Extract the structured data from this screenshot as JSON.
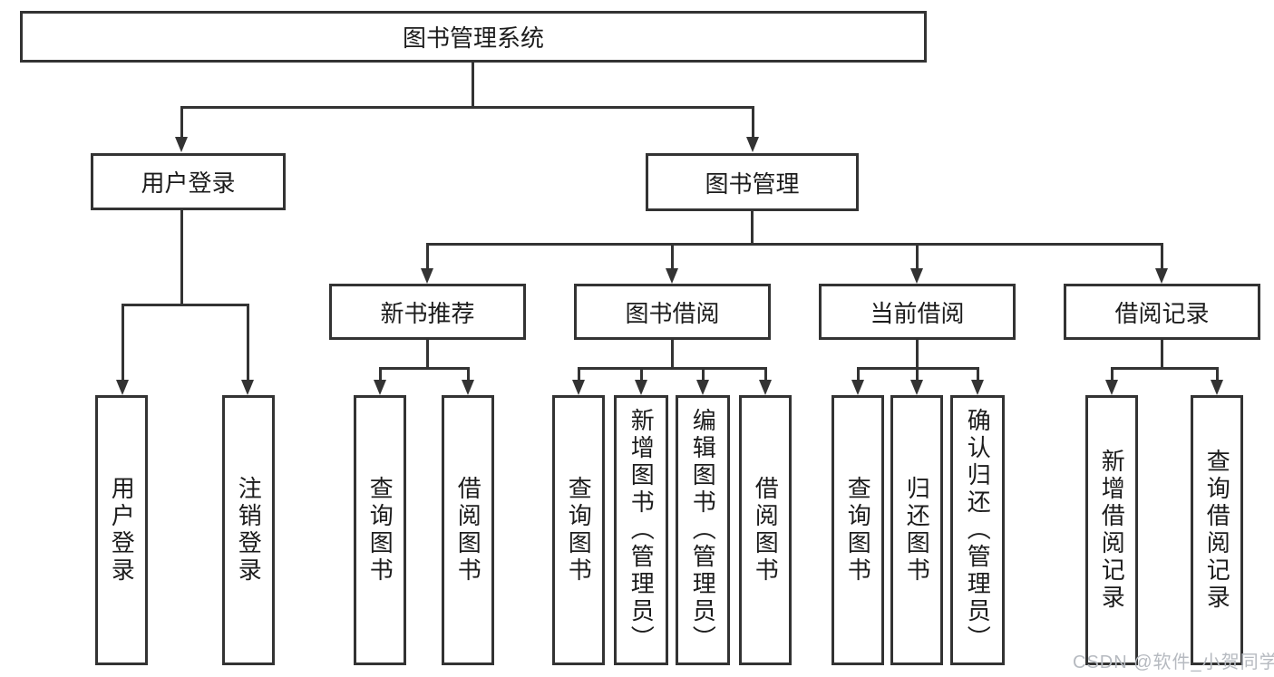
{
  "nodes": {
    "root": {
      "label": "图书管理系统"
    },
    "level2": [
      {
        "label": "用户登录"
      },
      {
        "label": "图书管理"
      }
    ],
    "level3": [
      {
        "label": "新书推荐"
      },
      {
        "label": "图书借阅"
      },
      {
        "label": "当前借阅"
      },
      {
        "label": "借阅记录"
      }
    ],
    "leaves": {
      "user_login": [
        "用户登录",
        "注销登录"
      ],
      "new_books": [
        "查询图书",
        "借阅图书"
      ],
      "book_borrow": [
        "查询图书",
        "新增图书（管理员）",
        "编辑图书（管理员）",
        "借阅图书"
      ],
      "current_borrow": [
        "查询图书",
        "归还图书",
        "确认归还（管理员）"
      ],
      "borrow_records": [
        "新增借阅记录",
        "查询借阅记录"
      ]
    }
  },
  "watermark": {
    "label": "CSDN @软件_小贺同学"
  },
  "colors": {
    "line": "#333333",
    "text": "#1c1c1c",
    "watermark": "#b6bac0",
    "background": "#ffffff"
  }
}
